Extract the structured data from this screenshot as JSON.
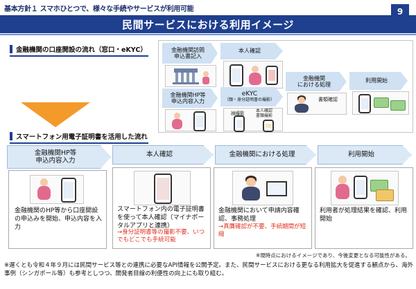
{
  "header": {
    "policy": "基本方針１ スマホひとつで、様々な手続やサービスが利用可能",
    "page_number": "9",
    "title": "民間サービスにおける利用イメージ"
  },
  "section1": {
    "label": "金融機関の口座開設の流れ（窓口・eKYC）",
    "steps": {
      "visit": "金融機関訪問\n申込書記入",
      "hp": "金融機関HP等\n申込内容入力",
      "confirm": "本人確認",
      "ekyc_title": "eKYC",
      "ekyc_sub": "（顔・身分証明書の撮影）",
      "ekyc_face": "顔撮影",
      "ekyc_doc": "本人確認\n書類撮影",
      "process": "金融機関\nにおける処理",
      "review": "書類確認",
      "start": "利用開始"
    }
  },
  "section2": {
    "label": "スマートフォン用電子証明書を活用した流れ",
    "steps": [
      {
        "title": "金融機関HP等\n申込内容入力",
        "desc": "金融機関のHP等から口座開設の申込みを開始、申込内容を入力",
        "note": ""
      },
      {
        "title": "本人確認",
        "desc": "スマートフォン内の電子証明書を使って本人確認（マイナポータルアプリと連携）",
        "note": "→身分証明書等の撮影不要、いつでもどこでも手続可能"
      },
      {
        "title": "金融機関における処理",
        "desc": "金融機関において申請内容確認、事務処理",
        "note": "→真贋確認が不要、手続期間が短縮"
      },
      {
        "title": "利用開始",
        "desc": "利用者が処理結果を確認、利用開始",
        "note": ""
      }
    ]
  },
  "notes": {
    "current": "※現時点におけるイメージであり、今後変更となる可能性がある。",
    "footer": "※遅くとも令和４年９月には民間サービス等との連携に必要なAPI情報を公開予定。また、民間サービスにおける更なる利用拡大を促進する観点から、海外事例（シンガポール等）も参考としつつ、開発者目線の利便性の向上にも取り組む。"
  },
  "icons": {
    "arrow": "down-arrow-icon",
    "bank": "bank-icon",
    "phone": "smartphone-icon",
    "person": "person-icon",
    "monitor": "monitor-icon",
    "card": "card-icon"
  },
  "colors": {
    "navy": "#1f3f8f",
    "chevron": "#cfe1f3",
    "arrow": "#f39a2b",
    "red": "#e0301e"
  }
}
